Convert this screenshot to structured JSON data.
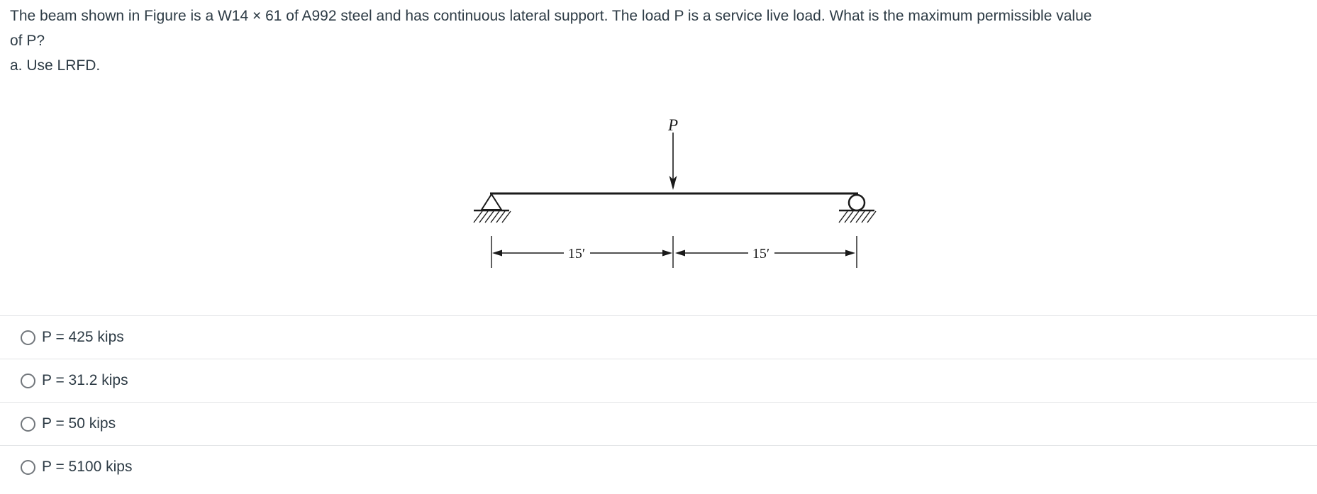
{
  "question": {
    "text_line1": "The beam shown in Figure is a W14 × 61 of A992 steel and has continuous lateral support. The load P is a service live load. What is the maximum permissible value",
    "text_line2": "of P?",
    "instruction": "a. Use LRFD."
  },
  "figure": {
    "load_label": "P",
    "left_dim_label": "15′",
    "right_dim_label": "15′"
  },
  "options": [
    {
      "label": "P = 425 kips"
    },
    {
      "label": "P = 31.2 kips"
    },
    {
      "label": "P = 50 kips"
    },
    {
      "label": "P = 5100 kips"
    }
  ],
  "colors": {
    "text": "#2d3b45",
    "divider": "#e2e4e6",
    "radio_border": "#71767b",
    "figure_ink": "#1a1a1a"
  }
}
